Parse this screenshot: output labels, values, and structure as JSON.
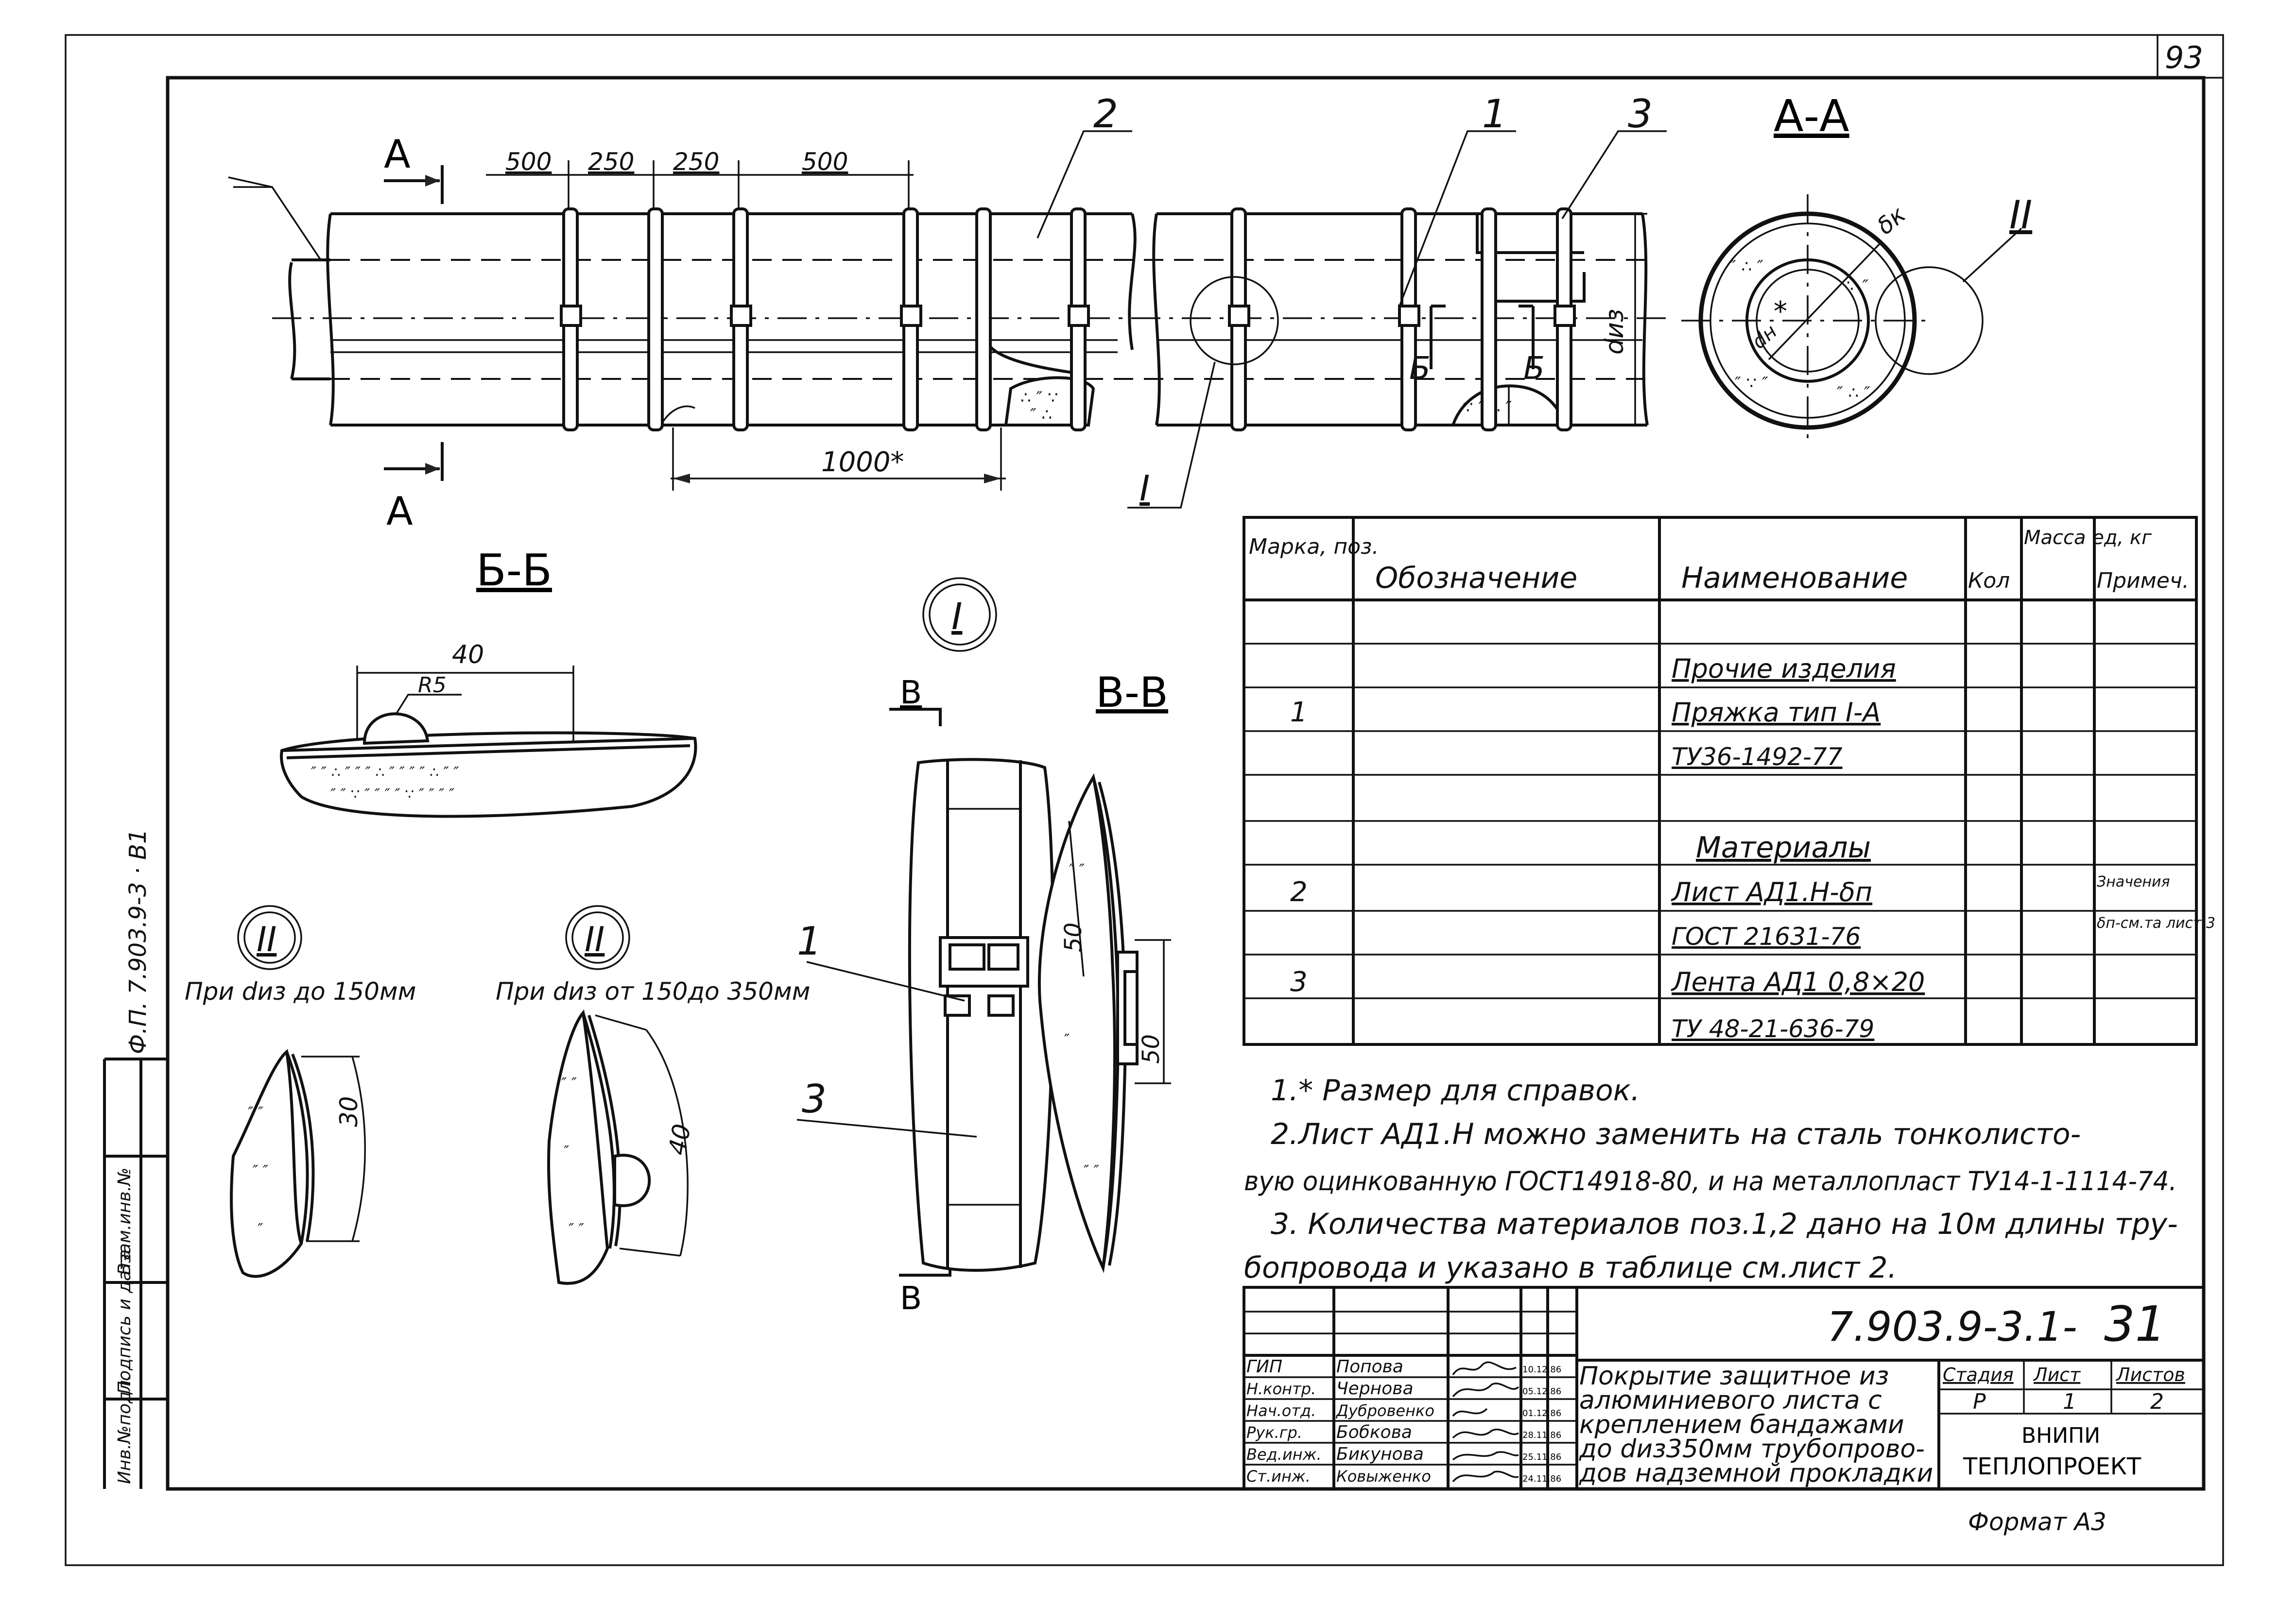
{
  "page_number": "93",
  "side_code": "Ф.П. 7.903.9-3 · В1",
  "section_labels": {
    "aa_mark": "А",
    "aa_title": "А-А",
    "bb_title": "Б-Б",
    "bb_mark": "Б",
    "vv_title": "В-В",
    "vv_mark": "В",
    "node1": "I",
    "node2": "II"
  },
  "callouts": {
    "pos1": "1",
    "pos2": "2",
    "pos3": "3"
  },
  "dimensions": {
    "d500a": "500",
    "d250a": "250",
    "d250b": "250",
    "d500b": "500",
    "d1000": "1000*",
    "d_iz": "dиз",
    "delta_k": "δк",
    "d_n": "dн",
    "star": "*",
    "bb_40": "40",
    "bb_r5": "R5",
    "n1_30": "30",
    "n2_40": "40",
    "v_50a": "50",
    "v_50b": "50"
  },
  "node2_captions": {
    "left": "При dиз до 150мм",
    "right": "При dиз от 150до 350мм"
  },
  "spec_table": {
    "headers": [
      "Марка, поз.",
      "Обозначение",
      "Наименование",
      "Кол",
      "Масса ед, кг",
      "Примеч."
    ],
    "rows": [
      {
        "pos": "",
        "designation": "",
        "name": "",
        "qty": "",
        "mass": "",
        "note": ""
      },
      {
        "pos": "",
        "designation": "",
        "name": "Прочие изделия",
        "qty": "",
        "mass": "",
        "note": "",
        "heading": true
      },
      {
        "pos": "1",
        "designation": "",
        "name": "Пряжка тип I-А",
        "qty": "",
        "mass": "",
        "note": ""
      },
      {
        "pos": "",
        "designation": "",
        "name": "ТУ36-1492-77",
        "qty": "",
        "mass": "",
        "note": ""
      },
      {
        "pos": "",
        "designation": "",
        "name": "",
        "qty": "",
        "mass": "",
        "note": ""
      },
      {
        "pos": "",
        "designation": "",
        "name": "Материалы",
        "qty": "",
        "mass": "",
        "note": "",
        "heading": true
      },
      {
        "pos": "2",
        "designation": "",
        "name": "Лист АД1.Н-δп",
        "qty": "",
        "mass": "",
        "note": "Значения"
      },
      {
        "pos": "",
        "designation": "",
        "name": "ГОСТ 21631-76",
        "qty": "",
        "mass": "",
        "note": "δп-см.та лист 3"
      },
      {
        "pos": "3",
        "designation": "",
        "name": "Лента АД1 0,8×20",
        "qty": "",
        "mass": "",
        "note": ""
      },
      {
        "pos": "",
        "designation": "",
        "name": "ТУ 48-21-636-79",
        "qty": "",
        "mass": "",
        "note": ""
      }
    ]
  },
  "notes": [
    "1.* Размер для справок.",
    "2.Лист АД1.Н можно заменить на сталь тонколисто-",
    "вую оцинкованную ГОСТ14918-80, и на металлопласт ТУ14-1-1114-74.",
    "3. Количества материалов поз.1,2 дано на 10м длины тру-",
    "бопровода и указано в таблице см.лист 2."
  ],
  "title_block": {
    "doc_number": "7.903.9-3.1-",
    "sheet_code": "31",
    "roles": [
      {
        "role": "ГИП",
        "name": "Попова",
        "date": "10.12.86"
      },
      {
        "role": "Н.контр.",
        "name": "Чернова",
        "date": "05.12.86"
      },
      {
        "role": "Нач.отд.",
        "name": "Дубровенко",
        "date": "01.12.86"
      },
      {
        "role": "Рук.гр.",
        "name": "Бобкова",
        "date": "28.11.86"
      },
      {
        "role": "Вед.инж.",
        "name": "Бикунова",
        "date": "25.11.86"
      },
      {
        "role": "Ст.инж.",
        "name": "Ковыженко",
        "date": "24.11.86"
      }
    ],
    "description": [
      "Покрытие защитное из",
      "алюминиевого листа с",
      "креплением бандажами",
      "до dиз350мм трубопрово-",
      "дов надземной прокладки"
    ],
    "stage_header": "Стадия",
    "sheet_header": "Лист",
    "sheets_header": "Листов",
    "stage": "Р",
    "sheet": "1",
    "sheets": "2",
    "org_line1": "ВНИПИ",
    "org_line2": "ТЕПЛОПРОЕКТ",
    "format": "Формат А3"
  },
  "side_stamp": [
    "Инв.№подл.",
    "Подпись и дата",
    "Взам.инв.№"
  ]
}
